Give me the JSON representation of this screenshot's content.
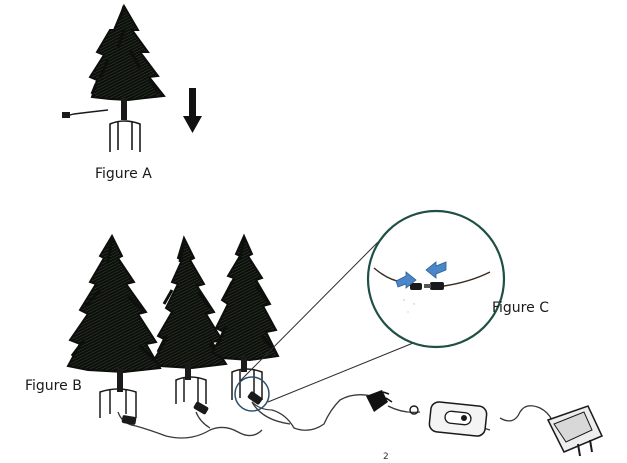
{
  "figures": {
    "a_label": "Figure A",
    "b_label": "Figure B",
    "c_label": "Figure C"
  },
  "page_number": "2",
  "icons": [
    "tree-icon",
    "down-arrow-icon",
    "stake-icon",
    "connector-icon",
    "control-box-icon",
    "power-adapter-icon",
    "blue-arrow-icon"
  ],
  "colors": {
    "tree": "#0c0f0b",
    "magnifier_circle": "#1f4f45",
    "connect_arrows": "#4a86c8",
    "wire": "#2b2b2b"
  }
}
